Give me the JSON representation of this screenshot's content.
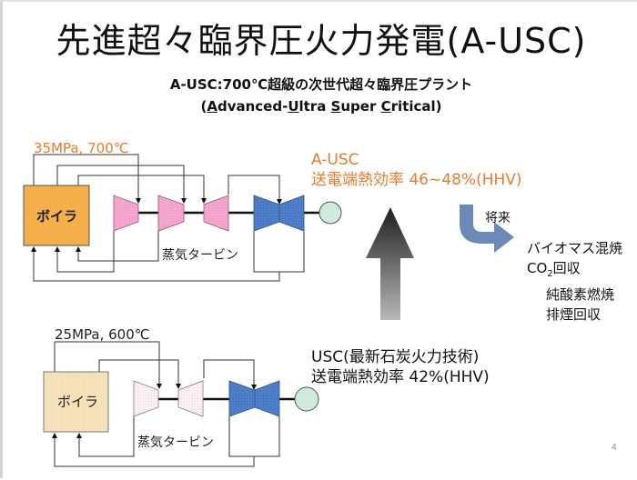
{
  "slide": {
    "title": "先進超々臨界圧火力発電(A-USC)",
    "subtitle_line1": "A-USC:700℃超級の次世代超々臨界圧プラント",
    "subtitle_line2_parts": [
      "(",
      "A",
      "dvanced-",
      "U",
      "ltra ",
      "S",
      "uper ",
      "C",
      "ritical)"
    ],
    "page_number": "4"
  },
  "ausc_diagram": {
    "conditions_label": "35MPa, 700℃",
    "boiler_label": "ボイラ",
    "turbine_label": "蒸気タービン",
    "boiler_color": "#F6B24C",
    "hp_turbine_color": "#F4A6CE",
    "lp_turbine_color": "#4F7FC9",
    "generator_color": "#CFEBDD",
    "label_color": "#E87B2C"
  },
  "usc_diagram": {
    "conditions_label": "25MPa, 600℃",
    "boiler_label": "ボイラ",
    "turbine_label": "蒸気タービン",
    "boiler_color": "#F6E2BC",
    "hp_turbine_color": "#FAEFF3",
    "lp_turbine_color": "#4F7FC9",
    "generator_color": "#CFEBDD"
  },
  "ausc_info": {
    "name": "A-USC",
    "efficiency": "送電端熱効率  46~48%(HHV)"
  },
  "usc_info": {
    "name": "USC(最新石炭火力技術)",
    "efficiency": "送電端熱効率  42%(HHV)"
  },
  "future": {
    "label": "将来",
    "items": [
      {
        "text": "バイオマス混焼"
      },
      {
        "text_main": "CO",
        "text_sub": "2",
        "text_rest": "回収"
      },
      {
        "text": "純酸素燃焼"
      },
      {
        "text": "排煙回収"
      }
    ]
  },
  "colors": {
    "up_arrow_top": "#222222",
    "up_arrow_bottom": "#b4b4b4",
    "future_arrow": "#6A8BB5"
  }
}
